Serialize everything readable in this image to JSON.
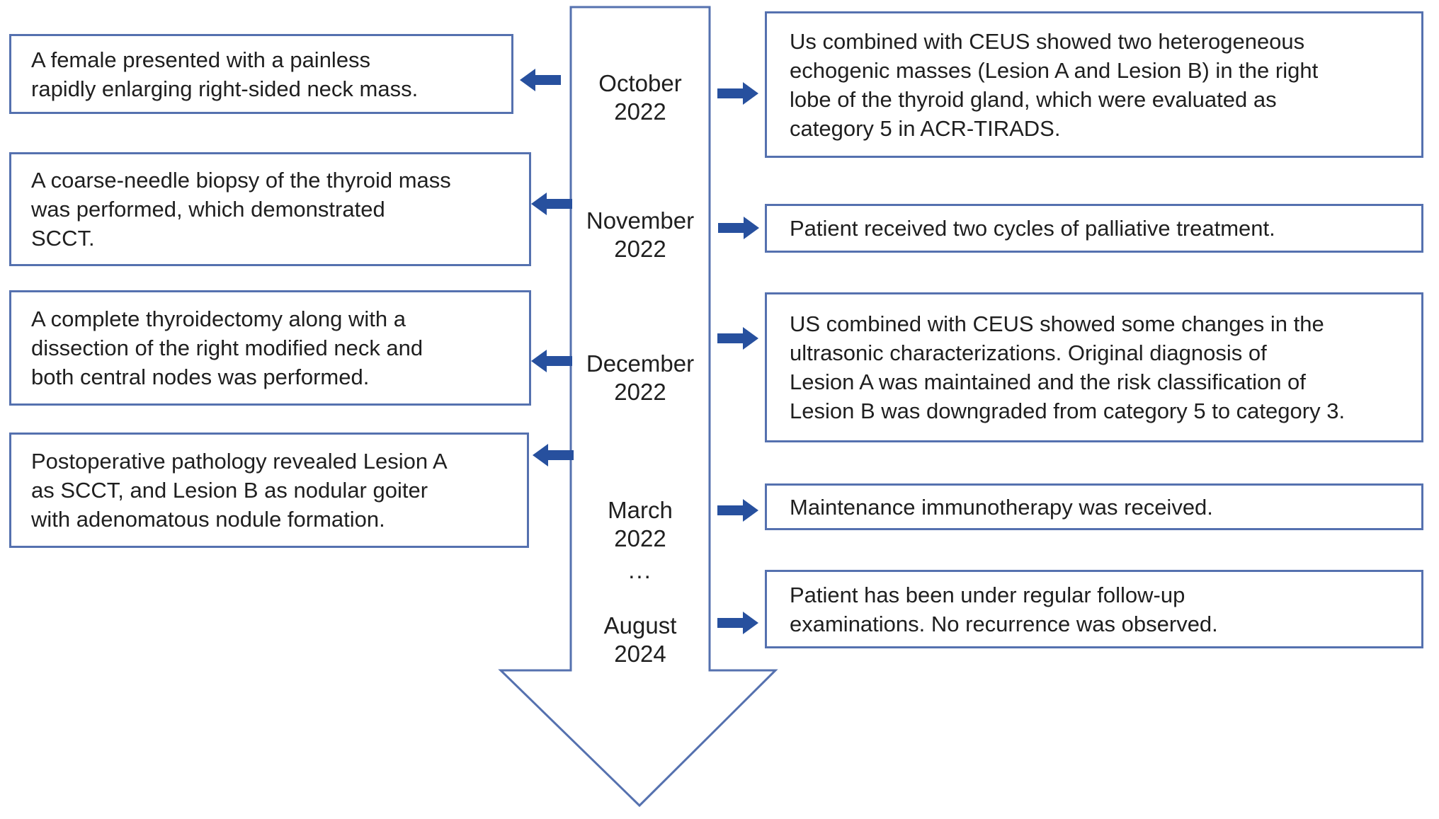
{
  "colors": {
    "outline": "#5571af",
    "arrow_fill": "#27509e",
    "text": "#1f1f1f"
  },
  "timeline": {
    "dates": [
      {
        "label": "October\n2022"
      },
      {
        "label": "November\n2022"
      },
      {
        "label": "December\n2022"
      },
      {
        "label": "March\n2022"
      },
      {
        "label": "..."
      },
      {
        "label": "August\n2024"
      }
    ]
  },
  "left_events": [
    {
      "text": "A female presented with a painless\nrapidly enlarging right-sided neck mass."
    },
    {
      "text": "A coarse-needle biopsy of the thyroid mass\nwas performed, which demonstrated\nSCCT."
    },
    {
      "text": "A complete thyroidectomy along with  a\ndissection of the right modified neck and\nboth central nodes was performed."
    },
    {
      "text": "Postoperative pathology revealed Lesion A\nas SCCT, and Lesion B as nodular goiter\nwith adenomatous nodule formation."
    }
  ],
  "right_events": [
    {
      "text": "Us combined with CEUS showed two heterogeneous\nechogenic masses (Lesion A and Lesion B) in the right\nlobe of the thyroid gland, which were evaluated as\ncategory 5 in ACR-TIRADS."
    },
    {
      "text": "Patient received two cycles of palliative treatment."
    },
    {
      "text": "US combined with CEUS showed some changes in the\nultrasonic characterizations. Original diagnosis of\nLesion A was maintained and the risk classification of\nLesion B was downgraded from category 5 to category 3."
    },
    {
      "text": "Maintenance immunotherapy was received."
    },
    {
      "text": "Patient has been under regular follow-up\nexaminations. No recurrence was observed."
    }
  ]
}
